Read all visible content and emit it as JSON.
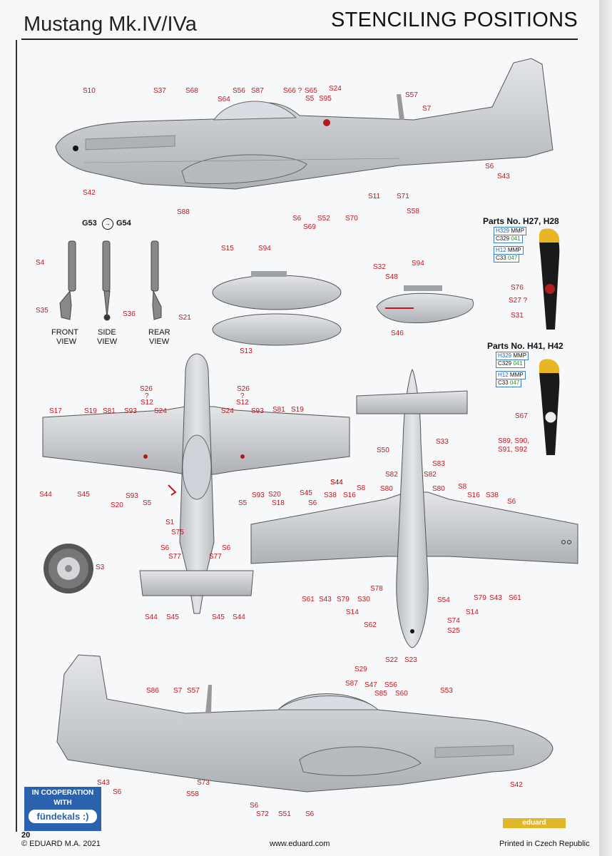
{
  "header": {
    "model_title": "Mustang Mk.IV/IVa",
    "section_title": "STENCILING POSITIONS"
  },
  "labels": {
    "side_top": [
      "S10",
      "S37",
      "S68",
      "S64",
      "S56",
      "S87",
      "S66 ?",
      "S65",
      "S5",
      "S95",
      "S24",
      "S57",
      "S7",
      "S6",
      "S43",
      "S42",
      "S88",
      "S6",
      "S69",
      "S52",
      "S70",
      "S11",
      "S71",
      "S58"
    ],
    "gear_heading": "G53",
    "gear_heading_2": "G54",
    "gear": [
      "S4",
      "S35",
      "S36",
      "S21"
    ],
    "gear_views": [
      "FRONT",
      "VIEW",
      "SIDE",
      "VIEW",
      "REAR",
      "VIEW"
    ],
    "tanks": [
      "S15",
      "S94",
      "S13",
      "S32",
      "S48",
      "S94",
      "S46"
    ],
    "top_view": [
      "S26",
      "?",
      "S12",
      "S26",
      "?",
      "S12",
      "S17",
      "S19",
      "S81",
      "S93",
      "S24",
      "S24",
      "S93",
      "S81",
      "S19",
      "S44",
      "S45",
      "S20",
      "S93",
      "S5",
      "S1",
      "S75",
      "S5",
      "S93",
      "S20",
      "S18",
      "S45",
      "S44",
      "S6",
      "S77",
      "S6",
      "S77",
      "S44",
      "S45",
      "S45",
      "S44",
      "S3"
    ],
    "bottom_view": [
      "S33",
      "S50",
      "S83",
      "S82",
      "S82",
      "S44",
      "S38",
      "S16",
      "S8",
      "S80",
      "S80",
      "S8",
      "S16",
      "S38",
      "S6",
      "S6",
      "S61",
      "S43",
      "S79",
      "S30",
      "S78",
      "S54",
      "S79",
      "S43",
      "S61",
      "S14",
      "S14",
      "S74",
      "S62",
      "S25",
      "S22",
      "S23"
    ],
    "side_bottom": [
      "S29",
      "S87",
      "S47",
      "S56",
      "S85",
      "S60",
      "S86",
      "S7",
      "S57",
      "S53",
      "S43",
      "S6",
      "S73",
      "S58",
      "S6",
      "S72",
      "S51",
      "S6",
      "S42"
    ],
    "propeller_1": [
      "S76",
      "S27 ?",
      "S31"
    ],
    "propeller_2": [
      "S67",
      "S89, S90,",
      "S91, S92"
    ]
  },
  "parts_1": {
    "heading": "Parts No. H27, H28",
    "code_1_a": "H329",
    "code_1_b": "MMP",
    "code_1_c": "C329",
    "code_1_d": "041",
    "code_2_a": "H12",
    "code_2_b": "MMP",
    "code_2_c": "C33",
    "code_2_d": "047"
  },
  "parts_2": {
    "heading": "Parts No. H41, H42",
    "code_1_a": "H329",
    "code_1_b": "MMP",
    "code_1_c": "C329",
    "code_1_d": "041",
    "code_2_a": "H12",
    "code_2_b": "MMP",
    "code_2_c": "C33",
    "code_2_d": "047"
  },
  "footer": {
    "page_number": "20",
    "copyright": "© EDUARD M.A. 2021",
    "url": "www.eduard.com",
    "printed": "Printed in Czech Republic",
    "cooperation_line1": "IN COOPERATION",
    "cooperation_line2": "WITH",
    "partner_logo": "fündekals :)",
    "brand_logo": "eduard"
  },
  "colors": {
    "label_red": "#c4161c",
    "aircraft_grey": "#c9cbce",
    "prop_black": "#1a1a1a",
    "prop_tip_yellow": "#e8b524",
    "partner_blue": "#2a62ad"
  }
}
